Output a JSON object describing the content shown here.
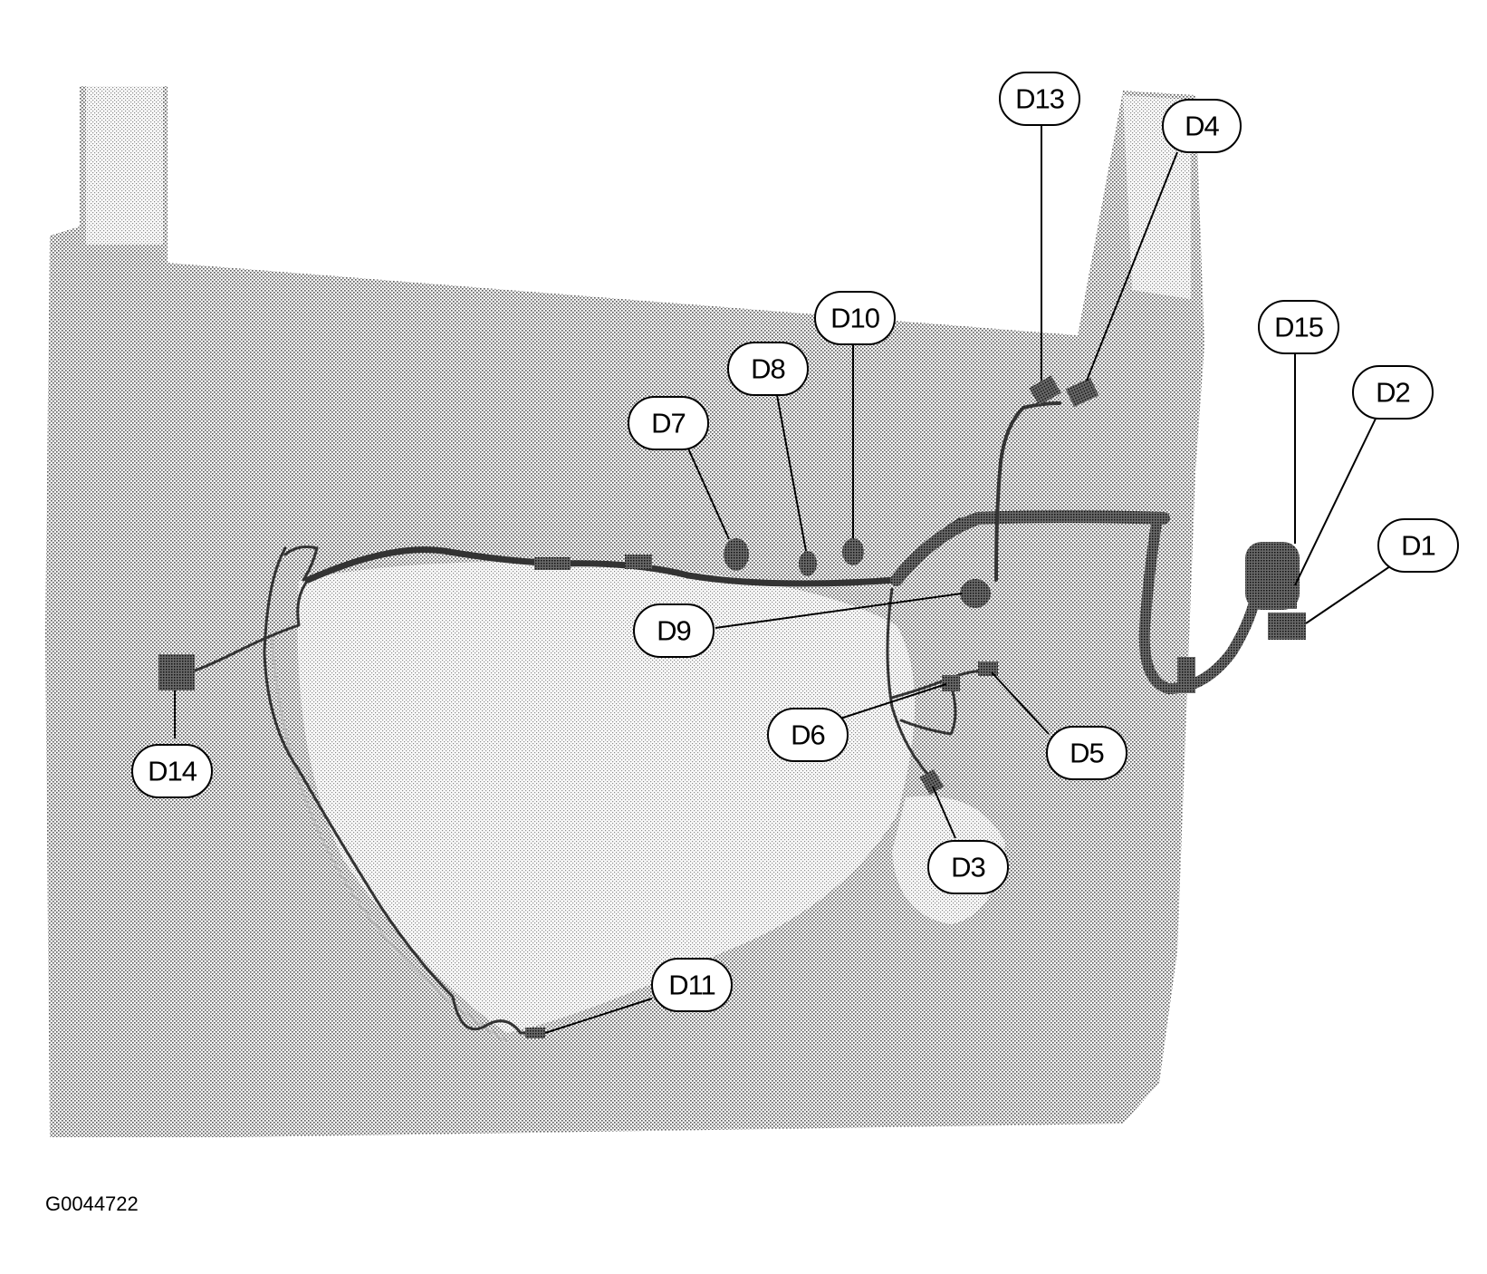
{
  "figure_id": "G0044722",
  "colors": {
    "panel_dot": "#8a8a8a",
    "panel_light": "#d9d9d9",
    "harness": "#333333",
    "callout_border": "#000000",
    "callout_fill": "#ffffff"
  },
  "callouts": [
    {
      "id": "D13",
      "label": "D13"
    },
    {
      "id": "D4",
      "label": "D4"
    },
    {
      "id": "D10",
      "label": "D10"
    },
    {
      "id": "D15",
      "label": "D15"
    },
    {
      "id": "D8",
      "label": "D8"
    },
    {
      "id": "D2",
      "label": "D2"
    },
    {
      "id": "D7",
      "label": "D7"
    },
    {
      "id": "D1",
      "label": "D1"
    },
    {
      "id": "D9",
      "label": "D9"
    },
    {
      "id": "D6",
      "label": "D6"
    },
    {
      "id": "D5",
      "label": "D5"
    },
    {
      "id": "D14",
      "label": "D14"
    },
    {
      "id": "D3",
      "label": "D3"
    },
    {
      "id": "D11",
      "label": "D11"
    }
  ]
}
